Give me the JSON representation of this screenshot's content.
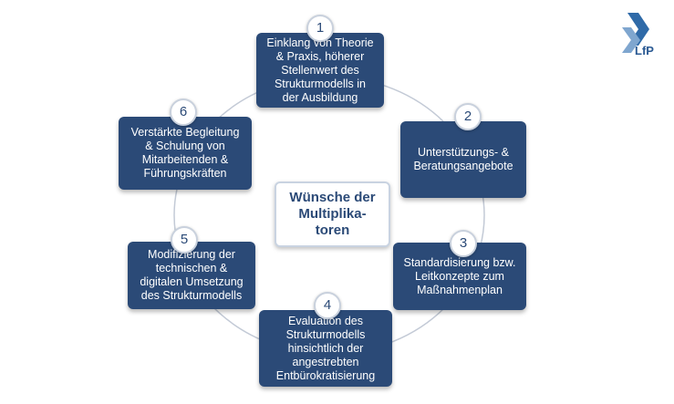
{
  "center": {
    "label": "Wünsche der\nMultiplika-\ntoren"
  },
  "items": [
    {
      "number": "1",
      "text": "Einklang von Theorie\n& Praxis, höherer\nStellenwert des\nStrukturmodells in\nder Ausbildung"
    },
    {
      "number": "2",
      "text": "Unterstützungs- &\nBeratungsangebote"
    },
    {
      "number": "3",
      "text": "Standardisierung bzw.\nLeitkonzepte zum\nMaßnahmenplan"
    },
    {
      "number": "4",
      "text": "Evaluation des\nStrukturmodells\nhinsichtlich der\nangestrebten\nEntbürokratisierung"
    },
    {
      "number": "5",
      "text": "Modifizierung der\ntechnischen &\ndigitalen Umsetzung\ndes Strukturmodells"
    },
    {
      "number": "6",
      "text": "Verstärkte Begleitung\n& Schulung von\nMitarbeitenden &\nFührungskräften"
    }
  ],
  "logo": {
    "text": "LfP"
  },
  "colors": {
    "box": "#2b4a77",
    "ring": "#c3cad6",
    "logo": "#2b5a93"
  }
}
